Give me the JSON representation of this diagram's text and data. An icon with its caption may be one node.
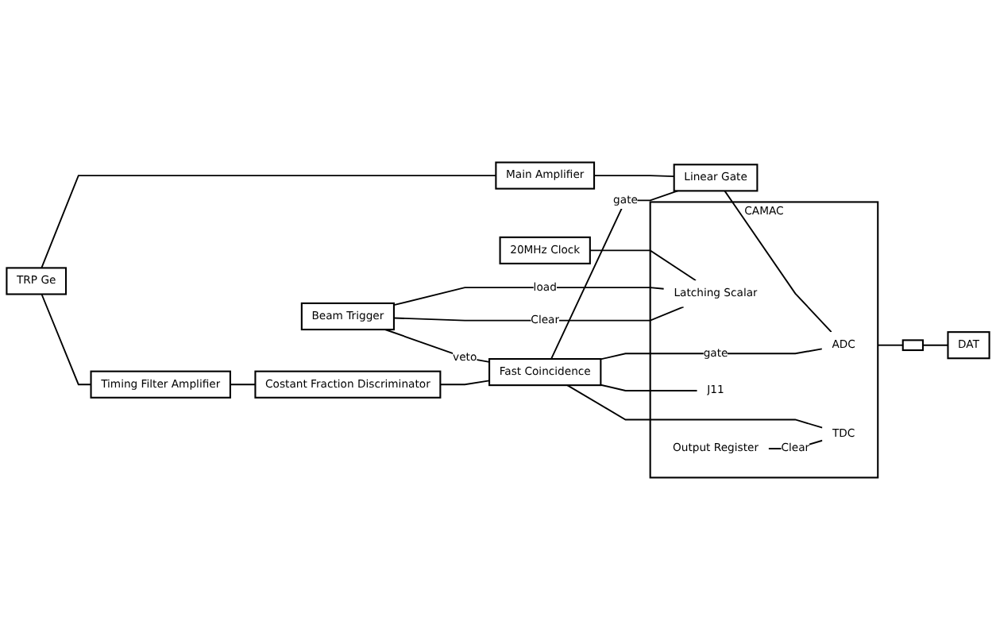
{
  "diagram": {
    "nodes": [
      {
        "text": [
          "TRP Ge"
        ]
      },
      {
        "text": [
          "Main Amplifier"
        ]
      },
      {
        "text": [
          "Linear Gate"
        ]
      },
      {
        "text": [
          "CAMAC"
        ]
      },
      {
        "text": [
          "ADC"
        ],
        "in": 3
      },
      {
        "text": [
          "Latching Scalar"
        ],
        "in": 3
      },
      {
        "text": [
          "TDC"
        ],
        "in": 3
      },
      {
        "text": [
          "Output Register"
        ],
        "in": 3
      },
      {
        "text": [
          "J11"
        ],
        "in": 3
      },
      {
        "text": [],
        "shape": "box"
      },
      {
        "text": [
          "DAT"
        ]
      },
      {
        "text": [
          "20MHz Clock"
        ]
      },
      {
        "text": [
          "Beam Trigger"
        ]
      },
      {
        "text": [
          "Timing Filter Amplifier"
        ]
      },
      {
        "text": [
          "Costant Fraction Discriminator"
        ]
      },
      {
        "text": [
          "Fast Coincidence"
        ]
      }
    ],
    "edges": [
      {
        "from": 0,
        "to": 1,
        "arrow": "none"
      },
      {
        "from": 0,
        "to": 13,
        "arrow": "none"
      },
      {
        "from": 1,
        "to": 2,
        "arrow": "none"
      },
      {
        "from": 2,
        "to": 4,
        "arrow": "none"
      },
      {
        "from": 15,
        "to": 2,
        "label": "gate",
        "arrow": "none"
      },
      {
        "from": 15,
        "to": 4,
        "label": "gate",
        "arrow": "none"
      },
      {
        "from": 15,
        "to": 6,
        "arrow": "none"
      },
      {
        "from": 11,
        "to": 5,
        "arrow": "none"
      },
      {
        "from": 12,
        "to": 5,
        "label": "load",
        "arrow": "none"
      },
      {
        "from": 12,
        "to": 5,
        "label": "Clear",
        "arrow": "none"
      },
      {
        "from": 7,
        "to": 6,
        "label": "Clear",
        "arrow": "none"
      },
      {
        "from": 12,
        "to": 15,
        "label": "veto",
        "arrow": "none"
      },
      {
        "from": 13,
        "to": 14,
        "arrow": "none"
      },
      {
        "from": 14,
        "to": 15,
        "arrow": "none"
      },
      {
        "from": 15,
        "to": 8,
        "arrow": "none"
      },
      {
        "from": 3,
        "to": 9,
        "arrow": "none"
      },
      {
        "from": 9,
        "to": 10,
        "arrow": "none"
      }
    ]
  }
}
